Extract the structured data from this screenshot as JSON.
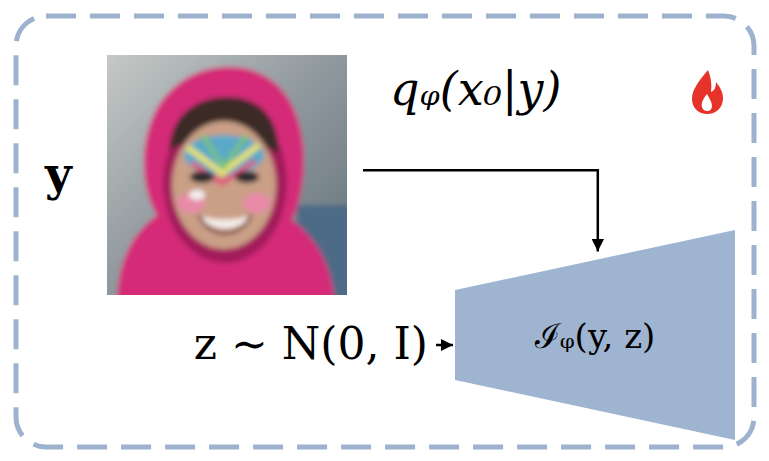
{
  "diagram": {
    "nodes": [
      {
        "text": [
          "y"
        ]
      },
      {
        "text": [
          "ℐᵩ(y, z)"
        ]
      }
    ],
    "edges": [
      {
        "from": 0,
        "to": 1,
        "arrow": "to"
      }
    ],
    "labels": [
      "qᵩ(x₀|y)",
      "z ∼ N(0, I)"
    ]
  }
}
